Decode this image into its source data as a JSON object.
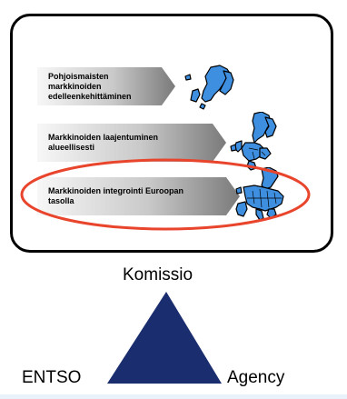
{
  "steps": [
    {
      "label": "Pohjoismaisten markkinoiden edelleenkehittäminen"
    },
    {
      "label": "Markkinoiden laajentuminen alueellisesti"
    },
    {
      "label": "Markkinoiden integrointi Euroopan tasolla"
    }
  ],
  "triangle": {
    "top": "Komissio",
    "left": "ENTSO",
    "right": "Agency"
  },
  "colors": {
    "highlight_ellipse": "#e8452c",
    "triangle_fill": "#1a2d6e",
    "map_fill": "#3f8fe0",
    "arrow_dark": "#7a7a7a",
    "arrow_light": "#f7f7f7"
  }
}
